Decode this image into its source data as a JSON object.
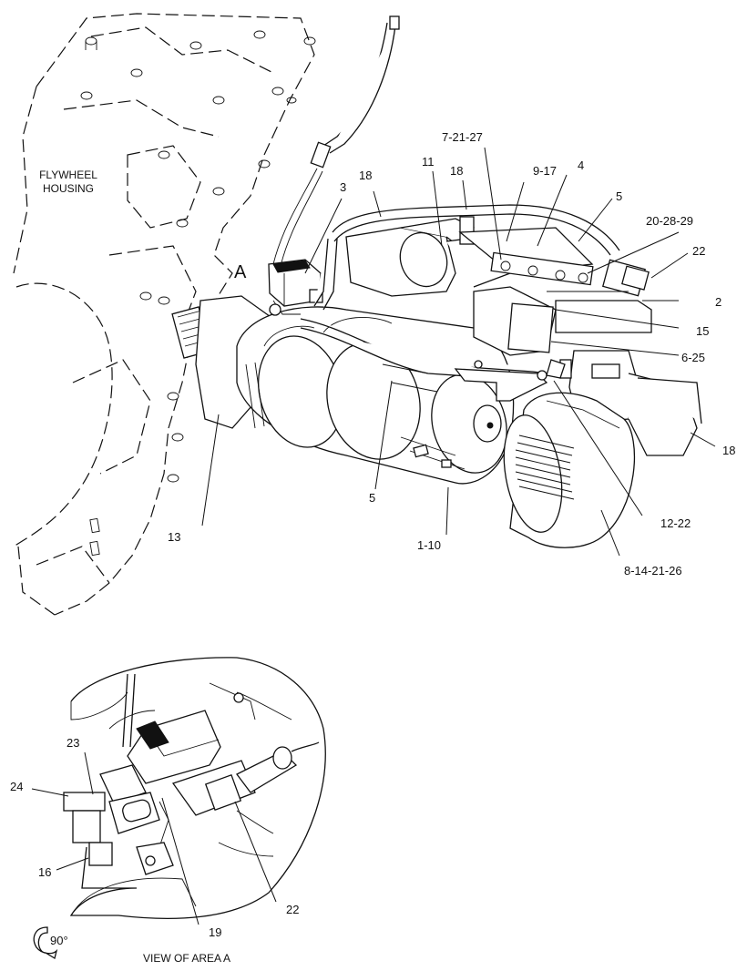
{
  "diagram": {
    "callouts": {
      "flywheel_1": "FLYWHEEL",
      "flywheel_2": "HOUSING",
      "area_marker": "A",
      "c_7_21_27": "7-21-27",
      "c_11": "11",
      "c_18_top": "18",
      "c_9_17": "9-17",
      "c_4": "4",
      "c_18_left": "18",
      "c_3": "3",
      "c_5_top": "5",
      "c_20_28_29": "20-28-29",
      "c_22_top": "22",
      "c_2": "2",
      "c_15": "15",
      "c_6_25": "6-25",
      "c_18_right": "18",
      "c_5_bottom": "5",
      "c_12_22": "12-22",
      "c_1_10": "1-10",
      "c_13": "13",
      "c_8_14_21_26": "8-14-21-26"
    },
    "detail": {
      "c_23": "23",
      "c_24": "24",
      "c_16": "16",
      "c_19": "19",
      "c_22": "22",
      "rotation": "90°",
      "caption": "VIEW OF AREA A"
    }
  }
}
